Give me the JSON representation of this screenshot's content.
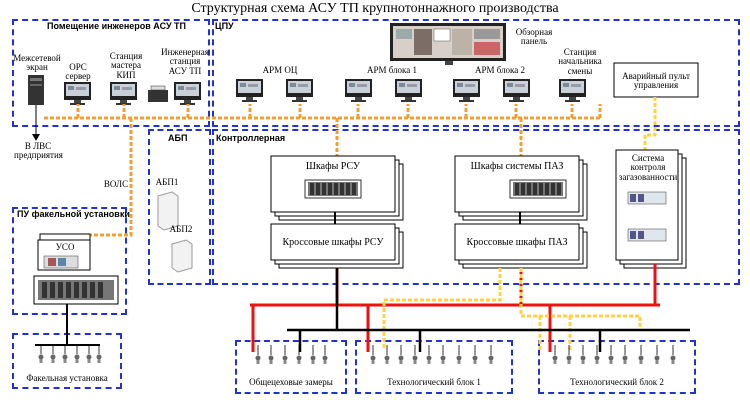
{
  "title": "Структурная схема АСУ ТП крупнотоннажного производства",
  "regions": {
    "engineers_room": "Помещение инженеров АСУ ТП",
    "cpu": "ЦПУ",
    "flare_control": "ПУ факельной установки",
    "ups": "АБП",
    "controller_room": "Контроллерная"
  },
  "stations": {
    "gateway_screen": "Межсетевой экран",
    "opc_server": "OPC сервер",
    "kip_master": "Станция мастера КИП",
    "engineer_station": "Инженерная станция АСУ ТП",
    "overview_panel": "Обзорная панель",
    "shift_head": "Станция начальника смены",
    "arm_ots": "АРМ ОЦ",
    "arm_block1": "АРМ блока 1",
    "arm_block2": "АРМ блока 2",
    "emergency_panel": "Аварийный пульт управления",
    "lan": "В ЛВС предприятия",
    "vols": "ВОЛС",
    "uso": "УСО"
  },
  "ups_units": [
    "АБП1",
    "АБП2"
  ],
  "cabinets": {
    "rsu": "Шкафы РСУ",
    "rsu_cross": "Кроссовые шкафы РСУ",
    "paz": "Шкафы системы ПАЗ",
    "paz_cross": "Кроссовые шкафы ПАЗ",
    "gas_control": "Система контроля загазованности"
  },
  "field": {
    "flare": "Факельная установка",
    "common": "Общецеховые замеры",
    "block1": "Технологический блок 1",
    "block2": "Технологический блок 2"
  },
  "colors": {
    "region_border": "#2233cc",
    "network_orange": "#f0a030",
    "power_red": "#ee1111",
    "ethernet_yellow": "#ffd24a"
  }
}
